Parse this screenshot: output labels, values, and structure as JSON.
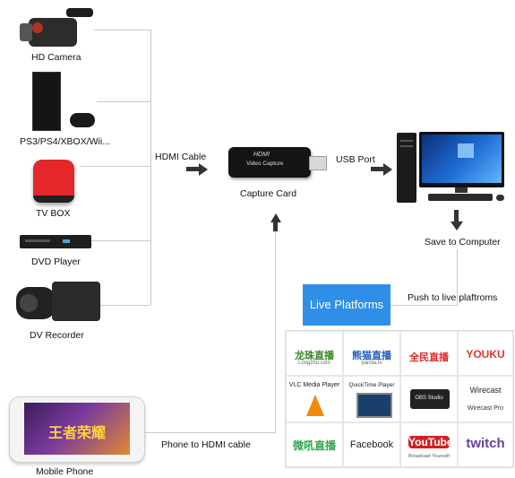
{
  "sources": [
    {
      "label": "HD Camera",
      "icon": "hd-camera-icon"
    },
    {
      "label": "PS3/PS4/XBOX/Wii...",
      "icon": "game-console-icon"
    },
    {
      "label": "TV BOX",
      "icon": "tv-box-icon"
    },
    {
      "label": "DVD Player",
      "icon": "dvd-player-icon"
    },
    {
      "label": "DV Recorder",
      "icon": "dv-recorder-icon"
    },
    {
      "label": "Mobile Phone",
      "icon": "mobile-phone-icon"
    }
  ],
  "capture": {
    "label": "Capture Card",
    "device_text_1": "HDMI",
    "device_text_2": "Video Capture"
  },
  "edges": {
    "hdmi_cable": "HDMI Cable",
    "usb_port": "USB Port",
    "save_to_computer": "Save to Computer",
    "push_live": "Push to live plaftroms",
    "phone_to_hdmi": "Phone to HDMI cable"
  },
  "live_platforms": {
    "title": "Live Platforms",
    "accent": "#2f8fe8"
  },
  "platforms": [
    {
      "label": "龙珠直播",
      "sub": "Longzhu.com"
    },
    {
      "label": "熊猫直播",
      "sub": "panda.tv"
    },
    {
      "label": "全民直播",
      "sub": ""
    },
    {
      "label": "YOUKU",
      "sub": ""
    },
    {
      "label": "VLC Media Player",
      "sub": ""
    },
    {
      "label": "QuickTime Player",
      "sub": ""
    },
    {
      "label": "OBS Studio",
      "sub": ""
    },
    {
      "label": "Wirecast",
      "sub": "Wirecast Pro"
    },
    {
      "label": "微吼直播",
      "sub": ""
    },
    {
      "label": "Facebook",
      "sub": ""
    },
    {
      "label": "YouTube",
      "sub": "Broadcast Yourself"
    },
    {
      "label": "twitch",
      "sub": ""
    }
  ],
  "phone_screen_text": "王者荣耀"
}
